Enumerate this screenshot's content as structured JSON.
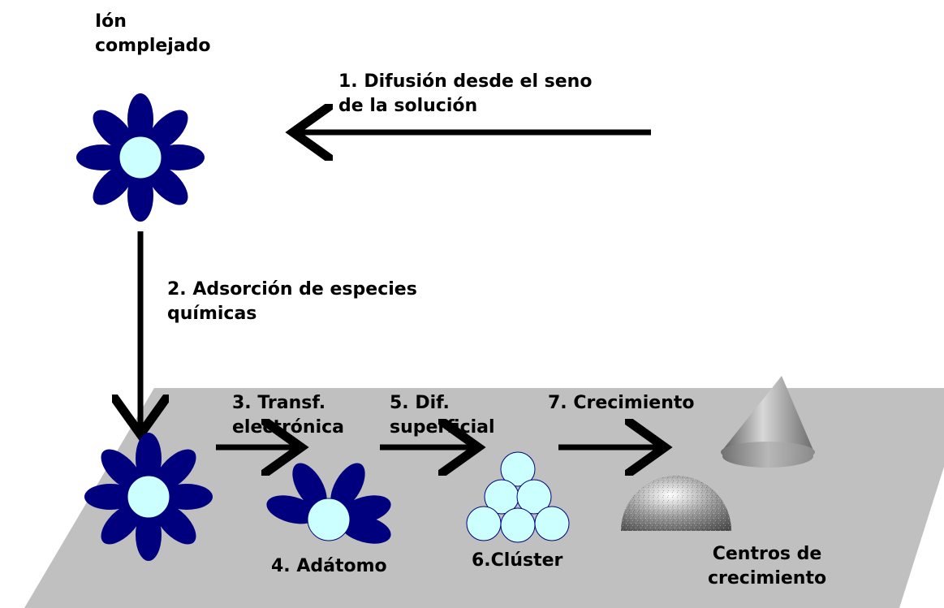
{
  "colors": {
    "petal": "#00007e",
    "core": "#ccffff",
    "core_stroke": "#000080",
    "surface": "#c0c0c0",
    "arrow": "#000000"
  },
  "labels": {
    "ion": [
      "Ión",
      "complejado"
    ],
    "step1": [
      "1. Difusión desde el seno",
      "de la solución"
    ],
    "step2": [
      "2. Adsorción de especies",
      "químicas"
    ],
    "step3": [
      "3. Transf.",
      "electrónica"
    ],
    "step4": "4. Adátomo",
    "step5": [
      "5. Dif.",
      "superficial"
    ],
    "step6": "6.Clúster",
    "step7": "7. Crecimiento",
    "centers": [
      "Centros de",
      "crecimiento"
    ]
  }
}
